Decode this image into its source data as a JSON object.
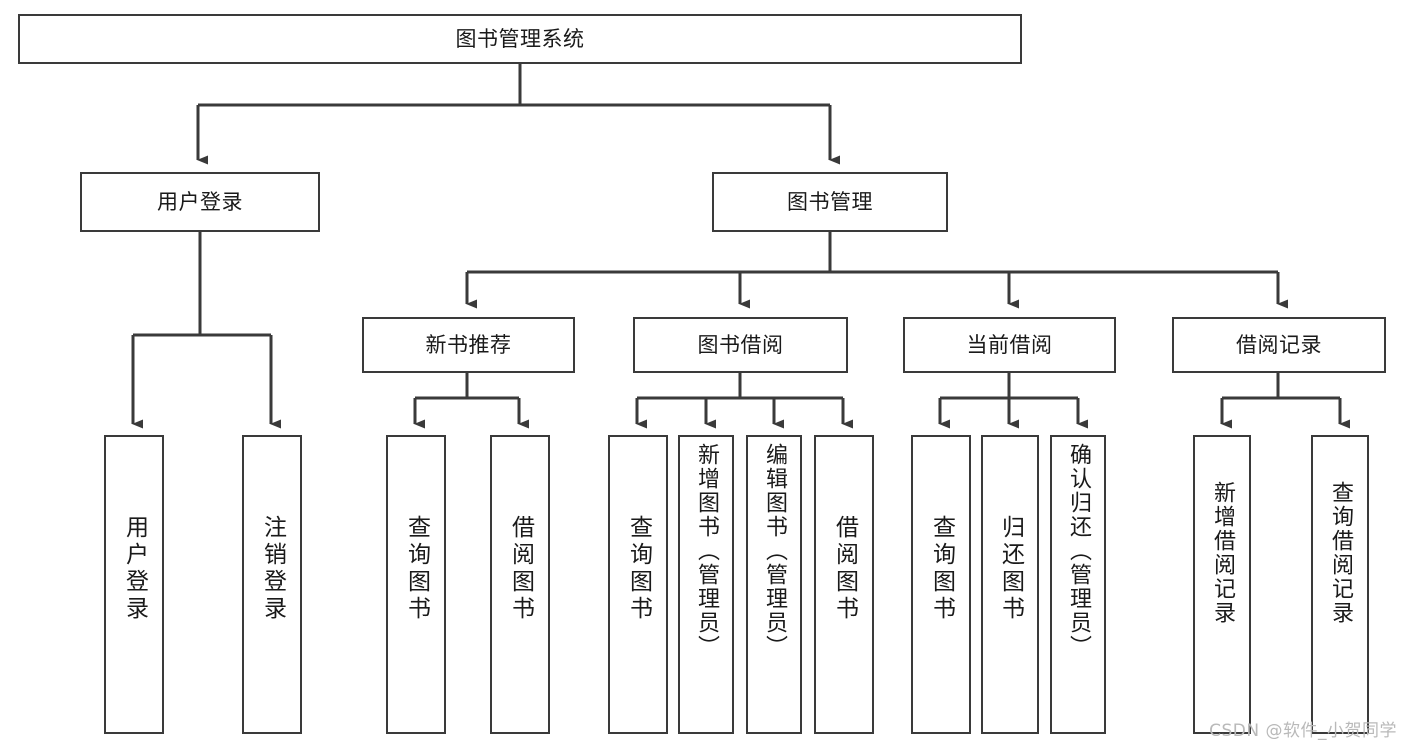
{
  "diagram": {
    "title": "图书管理系统",
    "type": "tree",
    "watermark": "CSDN @软件_小贺同学",
    "colors": {
      "box_border": "#3a3a3a",
      "box_fill": "#ffffff",
      "line": "#3a3a3a",
      "text": "#1a1a1a",
      "watermark": "#b9b9b9",
      "background": "#ffffff"
    },
    "root": {
      "label": "图书管理系统"
    },
    "level2": [
      {
        "label": "用户登录"
      },
      {
        "label": "图书管理"
      }
    ],
    "level3": [
      {
        "label": "新书推荐"
      },
      {
        "label": "图书借阅"
      },
      {
        "label": "当前借阅"
      },
      {
        "label": "借阅记录"
      }
    ],
    "leaves": {
      "user_login": [
        {
          "label": "用户登录"
        },
        {
          "label": "注销登录"
        }
      ],
      "new_book_recommend": [
        {
          "label": "查询图书"
        },
        {
          "label": "借阅图书"
        }
      ],
      "book_borrow": [
        {
          "label": "查询图书"
        },
        {
          "label": "新增图书（管理员）"
        },
        {
          "label": "编辑图书（管理员）"
        },
        {
          "label": "借阅图书"
        }
      ],
      "current_borrow": [
        {
          "label": "查询图书"
        },
        {
          "label": "归还图书"
        },
        {
          "label": "确认归还（管理员）"
        }
      ],
      "borrow_records": [
        {
          "label": "新增借阅记录"
        },
        {
          "label": "查询借阅记录"
        }
      ]
    }
  }
}
